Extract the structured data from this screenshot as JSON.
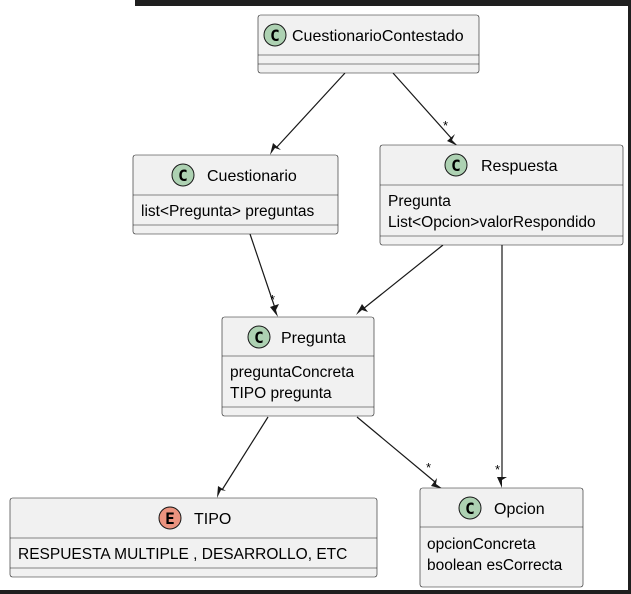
{
  "diagram": {
    "classes": [
      {
        "id": "cuestionarioContestado",
        "name": "CuestionarioContestado",
        "stereotype": "C",
        "attributes": []
      },
      {
        "id": "cuestionario",
        "name": "Cuestionario",
        "stereotype": "C",
        "attributes": [
          "list<Pregunta> preguntas"
        ]
      },
      {
        "id": "respuesta",
        "name": "Respuesta",
        "stereotype": "C",
        "attributes": [
          "Pregunta",
          "List<Opcion>valorRespondido"
        ]
      },
      {
        "id": "pregunta",
        "name": "Pregunta",
        "stereotype": "C",
        "attributes": [
          "preguntaConcreta",
          "TIPO pregunta"
        ]
      },
      {
        "id": "tipo",
        "name": "TIPO",
        "stereotype": "E",
        "attributes": [
          "RESPUESTA MULTIPLE , DESARROLLO, ETC"
        ]
      },
      {
        "id": "opcion",
        "name": "Opcion",
        "stereotype": "C",
        "attributes": [
          "opcionConcreta",
          "boolean esCorrecta"
        ]
      }
    ],
    "relations": [
      {
        "from": "cuestionarioContestado",
        "to": "cuestionario",
        "multiplicity": ""
      },
      {
        "from": "cuestionarioContestado",
        "to": "respuesta",
        "multiplicity": "*"
      },
      {
        "from": "cuestionario",
        "to": "pregunta",
        "multiplicity": "*"
      },
      {
        "from": "respuesta",
        "to": "pregunta",
        "multiplicity": ""
      },
      {
        "from": "respuesta",
        "to": "opcion",
        "multiplicity": "*"
      },
      {
        "from": "pregunta",
        "to": "tipo",
        "multiplicity": ""
      },
      {
        "from": "pregunta",
        "to": "opcion",
        "multiplicity": "*"
      }
    ],
    "colors": {
      "class_icon": "#add1b2",
      "enum_icon": "#eb937f",
      "box_fill": "#f1f1f1",
      "line": "#181818"
    }
  }
}
